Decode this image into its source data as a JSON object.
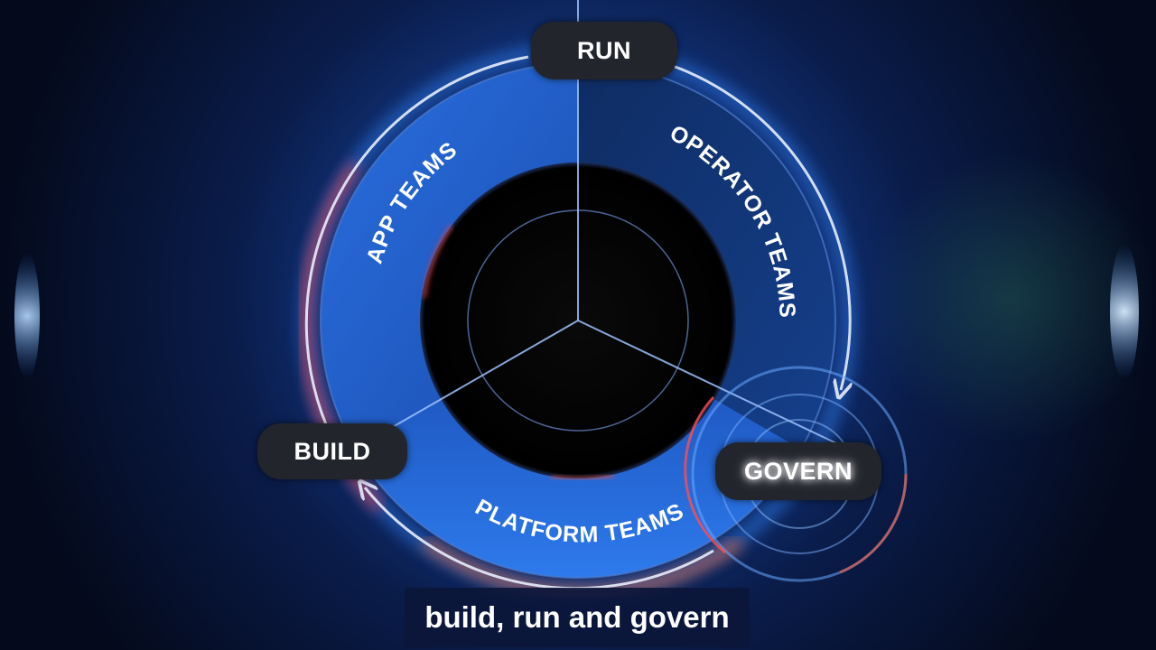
{
  "diagram": {
    "nodes": {
      "run": "RUN",
      "build": "BUILD",
      "govern": "GOVERN"
    },
    "segments": {
      "app_teams": "APP TEAMS",
      "operator_teams": "OPERATOR TEAMS",
      "platform_teams": "PLATFORM TEAMS"
    },
    "flow": [
      "BUILD",
      "RUN",
      "GOVERN"
    ]
  },
  "caption": "build, run and govern",
  "colors": {
    "background": "#040a1c",
    "ring_blue": "#1e5fd0",
    "highlight_segment": "#2f7df0",
    "center": "#000000",
    "pill": "#23252d",
    "accent_red": "#ff3030",
    "accent_orange": "#ff7a2a",
    "arrow": "#e8eefc"
  },
  "icons": {
    "cycle_arrows": "curved-arrow-icon"
  }
}
